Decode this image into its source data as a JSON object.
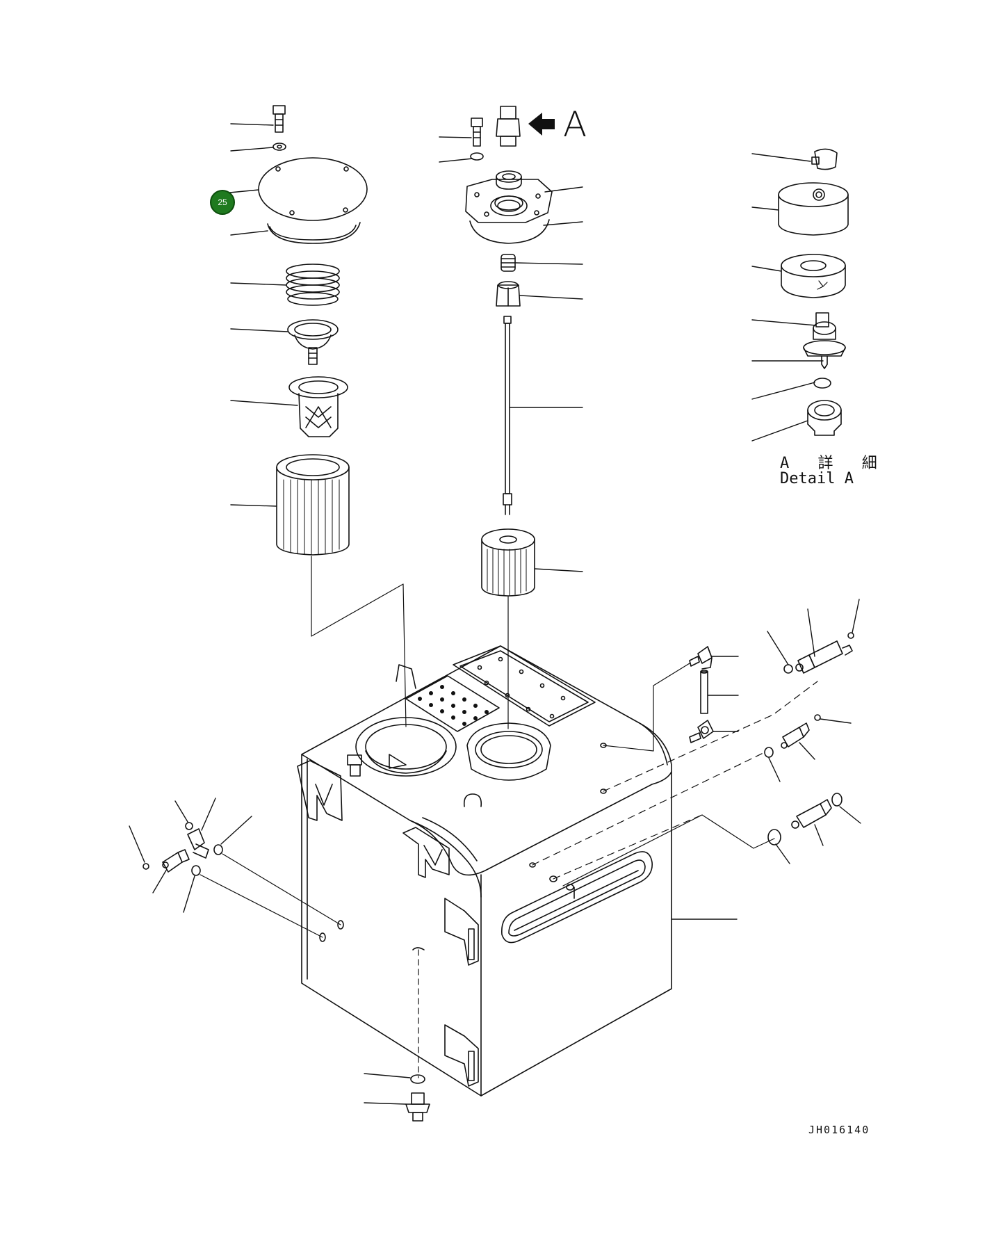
{
  "view_arrow_label": "A",
  "detail": {
    "japanese": "A 詳 細",
    "english": "Detail A"
  },
  "drawing_code": "JH016140",
  "callout": {
    "number": "25",
    "color": "#1f7a1f"
  }
}
